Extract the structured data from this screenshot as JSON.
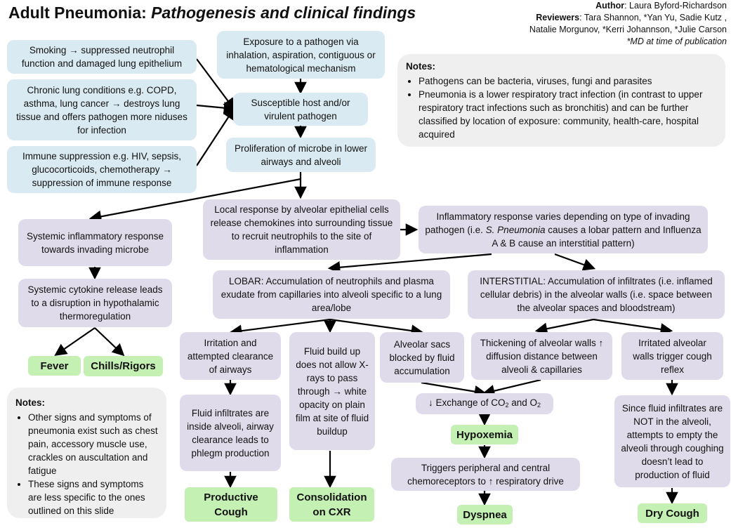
{
  "title": {
    "main": "Adult Pneumonia: ",
    "sub": "Pathogenesis and clinical findings"
  },
  "credits": {
    "author_label": "Author",
    "author": ":  Laura Byford-Richardson",
    "reviewers_label": "Reviewers",
    "reviewers_1": ": Tara Shannon, *Yan Yu, Sadie Kutz ,",
    "reviewers_2": "Natalie Morgunov, *Kerri Johannson, *Julie Carson",
    "md_note": "*MD at time of publication"
  },
  "risk_factors": {
    "smoking": "Smoking → suppressed neutrophil function and damaged lung epithelium",
    "chronic": "Chronic lung conditions e.g. COPD, asthma, lung cancer → destroys lung tissue and offers pathogen more niduses for infection",
    "immune": "Immune suppression e.g. HIV, sepsis, glucocorticoids, chemotherapy → suppression of immune response"
  },
  "pathway": {
    "exposure": "Exposure to a pathogen via inhalation, aspiration, contiguous or hematological mechanism",
    "host": "Susceptible host and/or virulent pathogen",
    "proliferation": "Proliferation of microbe in lower airways and alveoli",
    "local": "Local response by alveolar epithelial cells release chemokines into surrounding tissue to recruit neutrophils to the site of inflammation",
    "variation_pre": "Inflammatory response varies depending on type of invading pathogen (i.e. ",
    "variation_italic": "S. Pneumonia",
    "variation_post": " causes a lobar pattern and Influenza A & B cause an interstitial pattern)",
    "systemic": "Systemic inflammatory response towards invading microbe",
    "cytokine": "Systemic cytokine release leads to a disruption in hypothalamic thermoregulation",
    "lobar": "LOBAR: Accumulation of neutrophils and plasma exudate from capillaries into alveoli specific to a lung area/lobe",
    "interstitial": "INTERSTITIAL: Accumulation of infiltrates (i.e. inflamed cellular debris) in the alveolar walls (i.e. space between the alveolar spaces and bloodstream)",
    "irritation": "Irritation and attempted clearance of airways",
    "fluid_xray": "Fluid build up does not allow X-rays to pass through → white opacity on plain film at site of fluid buildup",
    "sacs": "Alveolar sacs blocked by fluid accumulation",
    "thickening": "Thickening of alveolar walls ↑ diffusion distance between alveoli & capillaries",
    "irritated": "Irritated alveolar walls trigger cough reflex",
    "infiltrates": "Fluid infiltrates are inside alveoli, airway clearance leads to phlegm production",
    "exchange_pre": "↓ Exchange of CO",
    "exchange_mid": " and O",
    "exchange_sub": "2",
    "chemo": "Triggers peripheral and central chemoreceptors to ↑ respiratory drive",
    "not_alveoli": "Since fluid infiltrates are NOT in the alveoli, attempts to empty the alveoli through coughing doesn’t lead to production of fluid"
  },
  "findings": {
    "fever": "Fever",
    "chills": "Chills/Rigors",
    "productive": "Productive Cough",
    "consolidation": "Consolidation on CXR",
    "hypoxemia": "Hypoxemia",
    "dyspnea": "Dyspnea",
    "dry": "Dry Cough"
  },
  "notes_top": {
    "title": "Notes",
    "items": [
      "Pathogens can be bacteria, viruses, fungi and parasites",
      "Pneumonia is a lower respiratory tract infection (in contrast to upper respiratory tract infections such as bronchitis) and can be further classified by location of exposure: community, health-care, hospital acquired"
    ]
  },
  "notes_bottom": {
    "title": "Notes",
    "items": [
      "Other signs and symptoms of pneumonia exist such as chest pain, accessory muscle use, crackles on auscultation and fatigue",
      "These signs and symptoms are less specific to the ones outlined on this slide"
    ]
  },
  "colors": {
    "risk_box": "#daeaf2",
    "process_box": "#e0dbea",
    "finding_box": "#c5f0b3",
    "notes_box": "#efefef"
  }
}
